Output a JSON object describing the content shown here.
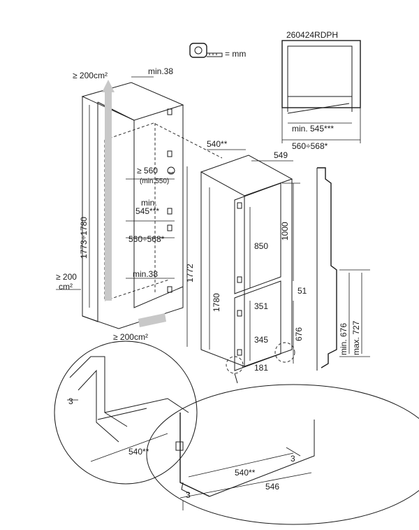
{
  "model": "260424RDPH",
  "unit_note": "= mm",
  "ventilation": {
    "top": "≥ 200cm²",
    "side": "≥ 200",
    "side_unit": "cm²",
    "bottom": "≥ 200cm²"
  },
  "niche": {
    "top_gap": "min.38",
    "bottom_gap": "min.38",
    "height_range": "1773÷1780",
    "depth_min": "≥ 560",
    "depth_min_note": "(min.550)",
    "width_min_a": "min.",
    "width_min_b": "545***",
    "width_range": "560÷568*",
    "inner_height": "1772"
  },
  "appliance": {
    "depth_top": "540**",
    "width": "549",
    "height": "1780",
    "upper_height": "1000",
    "upper_door": "850",
    "gap": "51",
    "lower_door_a": "351",
    "lower_door_b": "345",
    "lower_height": "676",
    "bottom": "181"
  },
  "top_view": {
    "min_width": "min. 545***",
    "width_range": "560÷568*"
  },
  "side_profile": {
    "min": "min. 676",
    "max": "max. 727"
  },
  "detail_left": {
    "offset": "3",
    "depth": "540**"
  },
  "detail_right": {
    "offset_right": "3",
    "depth": "540**",
    "offset_left": "3",
    "total": "546"
  }
}
